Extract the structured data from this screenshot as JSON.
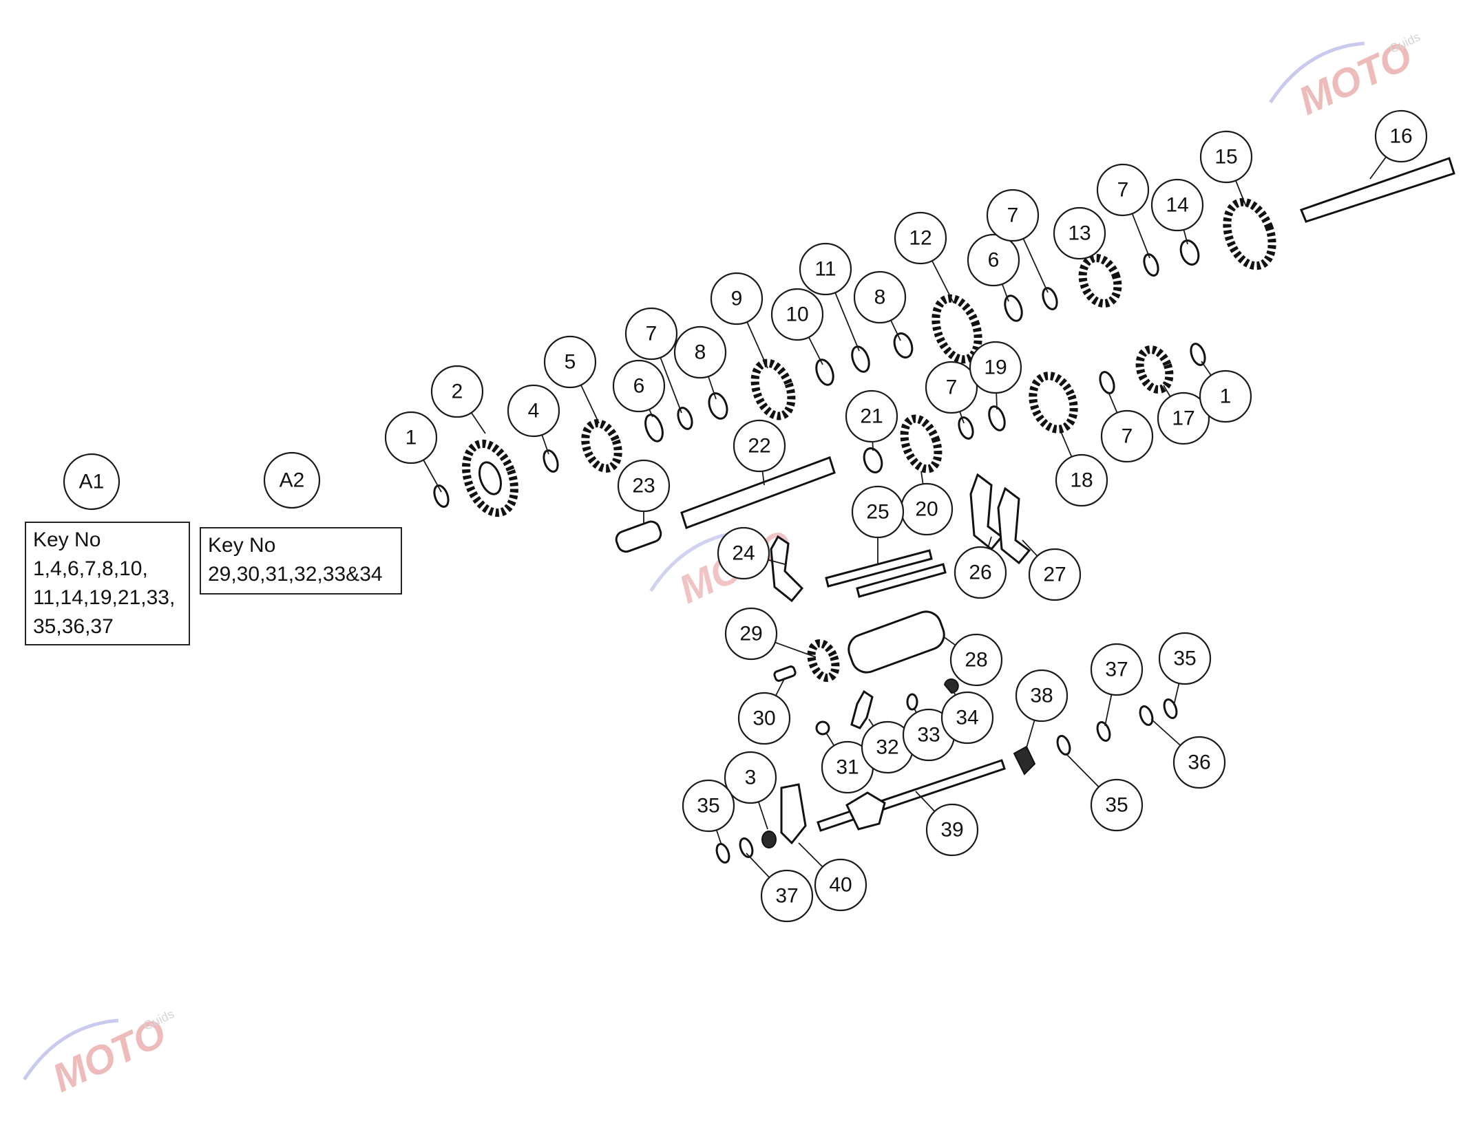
{
  "groups": [
    {
      "label": "A1",
      "key_title": "Key No",
      "key_lines": [
        "1,4,6,7,8,10,",
        "11,14,19,21,33,",
        "35,36,37"
      ]
    },
    {
      "label": "A2",
      "key_title": "Key No",
      "key_lines": [
        "29,30,31,32,33&34"
      ]
    }
  ],
  "callouts": [
    "1",
    "2",
    "4",
    "5",
    "6",
    "7",
    "8",
    "9",
    "10",
    "11",
    "8",
    "12",
    "6",
    "7",
    "13",
    "7",
    "14",
    "15",
    "16",
    "21",
    "22",
    "23",
    "7",
    "19",
    "20",
    "18",
    "7",
    "17",
    "1",
    "24",
    "25",
    "26",
    "27",
    "29",
    "28",
    "30",
    "31",
    "32",
    "33",
    "34",
    "38",
    "37",
    "35",
    "36",
    "35",
    "3",
    "35",
    "37",
    "40",
    "39"
  ],
  "watermark": {
    "brand": "MOTO",
    "sub": "Guids"
  }
}
